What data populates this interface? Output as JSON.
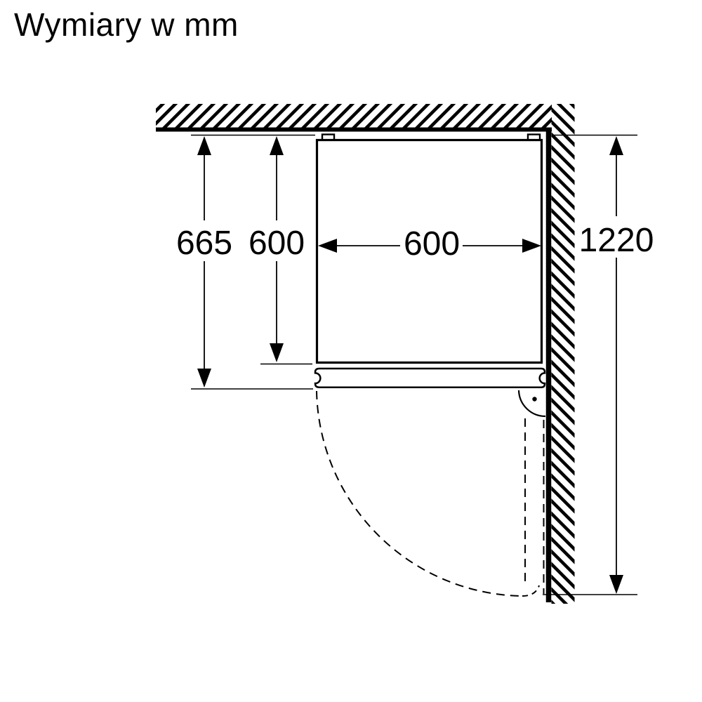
{
  "title": "Wymiary w mm",
  "background": "#ffffff",
  "line_color": "#000000",
  "dimensions": {
    "depth_total": {
      "label": "665"
    },
    "depth_body": {
      "label": "600"
    },
    "width": {
      "label": "600"
    },
    "wall_clearance": {
      "label": "1220"
    }
  }
}
